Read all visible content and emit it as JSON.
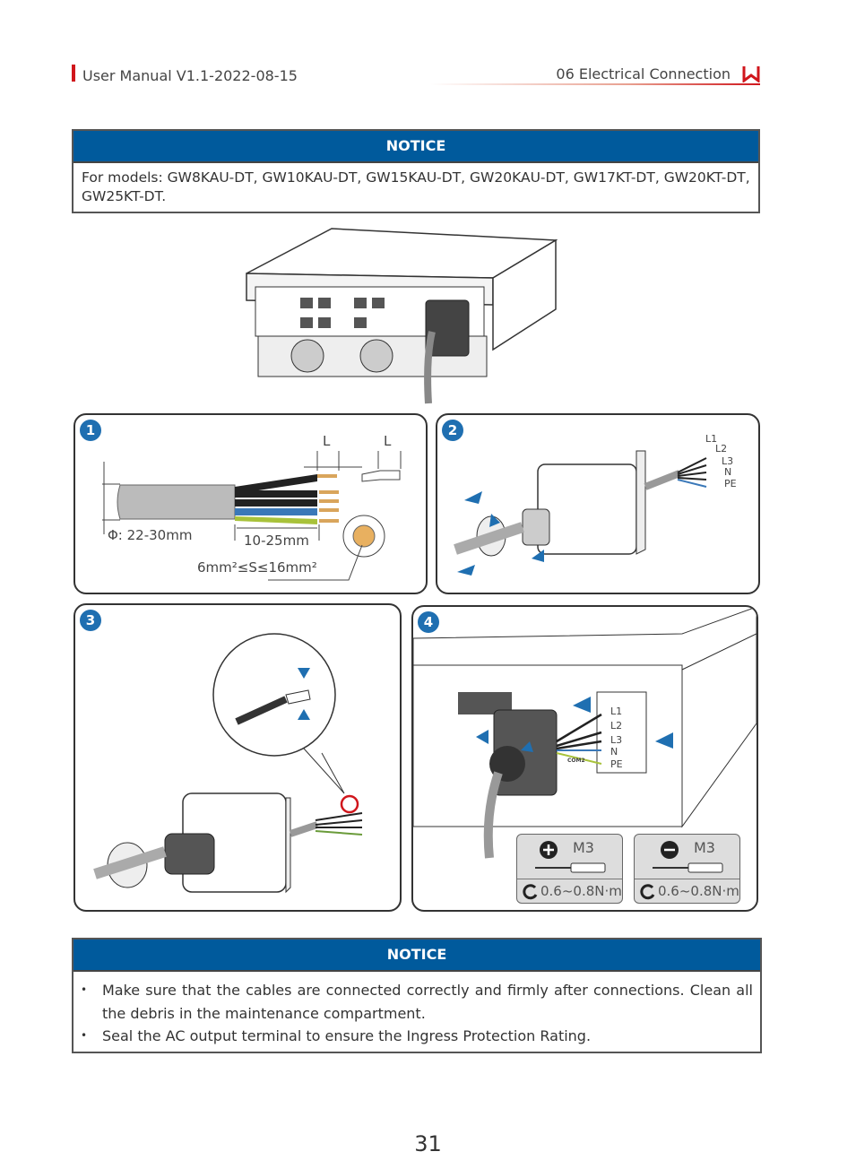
{
  "header": {
    "left": "User Manual V1.1-2022-08-15",
    "right": "06  Electrical Connection",
    "logo_text": "W",
    "accent": "#d0161c"
  },
  "notice1": {
    "title": "NOTICE",
    "body": "For models: GW8KAU-DT, GW10KAU-DT, GW15KAU-DT, GW20KAU-DT, GW17KT-DT, GW20KT-DT, GW25KT-DT."
  },
  "figure": {
    "step1": {
      "num": "1",
      "L1": "L",
      "L2": "L",
      "diameter": "Φ: 22-30mm",
      "strip": "10-25mm",
      "section": "6mm²≤S≤16mm²"
    },
    "step2": {
      "num": "2",
      "wires": [
        "L1",
        "L2",
        "L3",
        "N",
        "PE"
      ],
      "arrows": [
        "1",
        "2",
        "3",
        "4"
      ]
    },
    "step3": {
      "num": "3"
    },
    "step4": {
      "num": "4",
      "terminals": [
        "L1",
        "L2",
        "L3",
        "N",
        "PE"
      ],
      "arrows": [
        "1",
        "2",
        "3",
        "4"
      ],
      "port_label": "COM2",
      "tools": [
        {
          "icon": "phillips-icon",
          "size": "M3",
          "torque": "0.6~0.8N·m"
        },
        {
          "icon": "slotted-icon",
          "size": "M3",
          "torque": "0.6~0.8N·m"
        }
      ]
    }
  },
  "notice2": {
    "title": "NOTICE",
    "items": [
      "Make sure that the cables are connected correctly and firmly after connections. Clean all the debris in the maintenance compartment.",
      "Seal the AC output terminal to ensure the Ingress Protection Rating."
    ]
  },
  "page_number": "31",
  "colors": {
    "notice_header": "#005a9c",
    "step_badge": "#1f6fb1"
  }
}
